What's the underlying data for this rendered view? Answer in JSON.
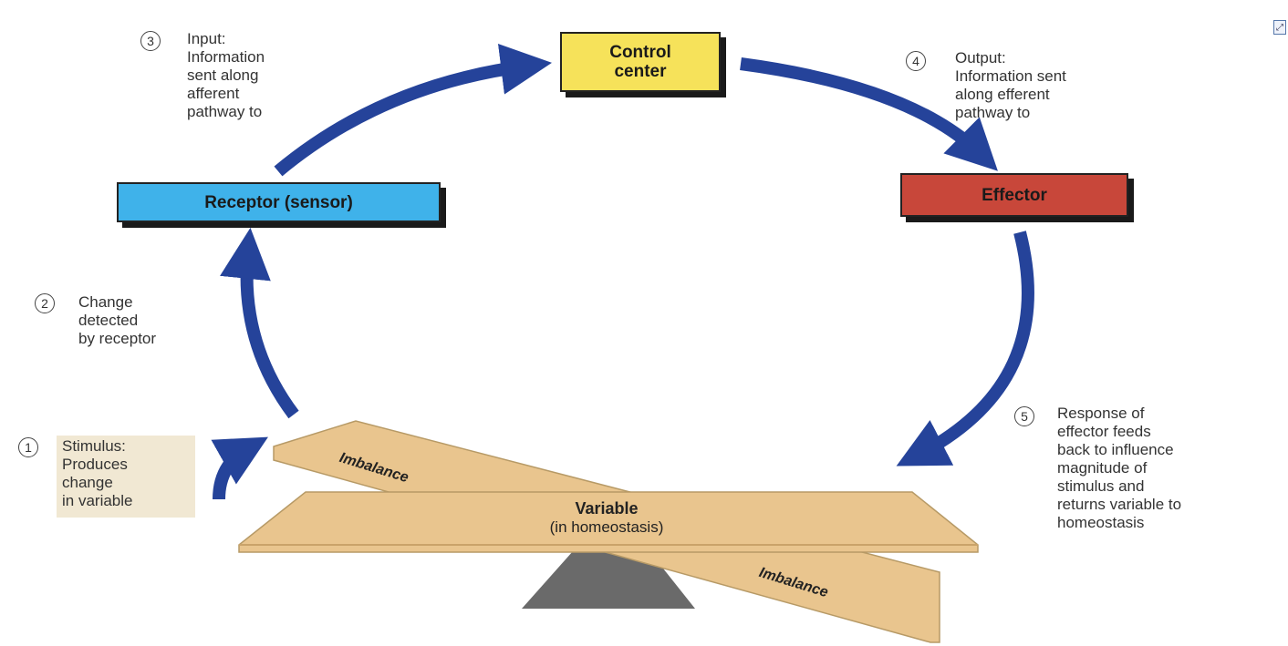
{
  "colors": {
    "arrow": "#25439a",
    "control": "#f6e25a",
    "receptor": "#3fb2ea",
    "effector": "#c8473a",
    "board": "#e9c58e",
    "fulcrum": "#6a6a6a"
  },
  "boxes": {
    "control": "Control\ncenter",
    "receptor": "Receptor (sensor)",
    "effector": "Effector"
  },
  "steps": [
    {
      "num": "1",
      "text": "Stimulus:\nProduces\nchange\nin variable"
    },
    {
      "num": "2",
      "text": "Change\ndetected\nby receptor"
    },
    {
      "num": "3",
      "text": "Input:\nInformation\nsent along\nafferent\npathway to"
    },
    {
      "num": "4",
      "text": "Output:\nInformation sent\nalong efferent\npathway to"
    },
    {
      "num": "5",
      "text": "Response of\neffector feeds\nback to influence\nmagnitude of\nstimulus and\nreturns variable to\nhomeostasis"
    }
  ],
  "board": {
    "variable_title": "Variable",
    "variable_sub": "(in homeostasis)",
    "imbalance_top": "Imbalance",
    "imbalance_bottom": "Imbalance"
  },
  "corner_icon": "expand-icon"
}
